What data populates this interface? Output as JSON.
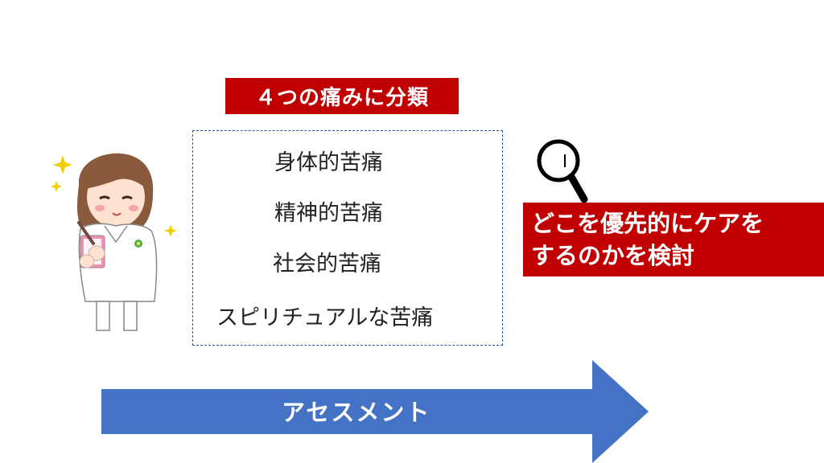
{
  "title": "４つの痛みに分類",
  "categories": [
    "身体的苦痛",
    "精神的苦痛",
    "社会的苦痛",
    "スピリチュアルな苦痛"
  ],
  "priority_lines": [
    "どこを優先的にケアを",
    "するのかを検討"
  ],
  "arrow_label": "アセスメント",
  "colors": {
    "accent_red": "#c00000",
    "arrow_blue": "#4472c4",
    "dashed_border": "#2f5496"
  },
  "icons": {
    "magnifier": "magnifying-glass-icon",
    "nurse": "nurse-illustration"
  }
}
